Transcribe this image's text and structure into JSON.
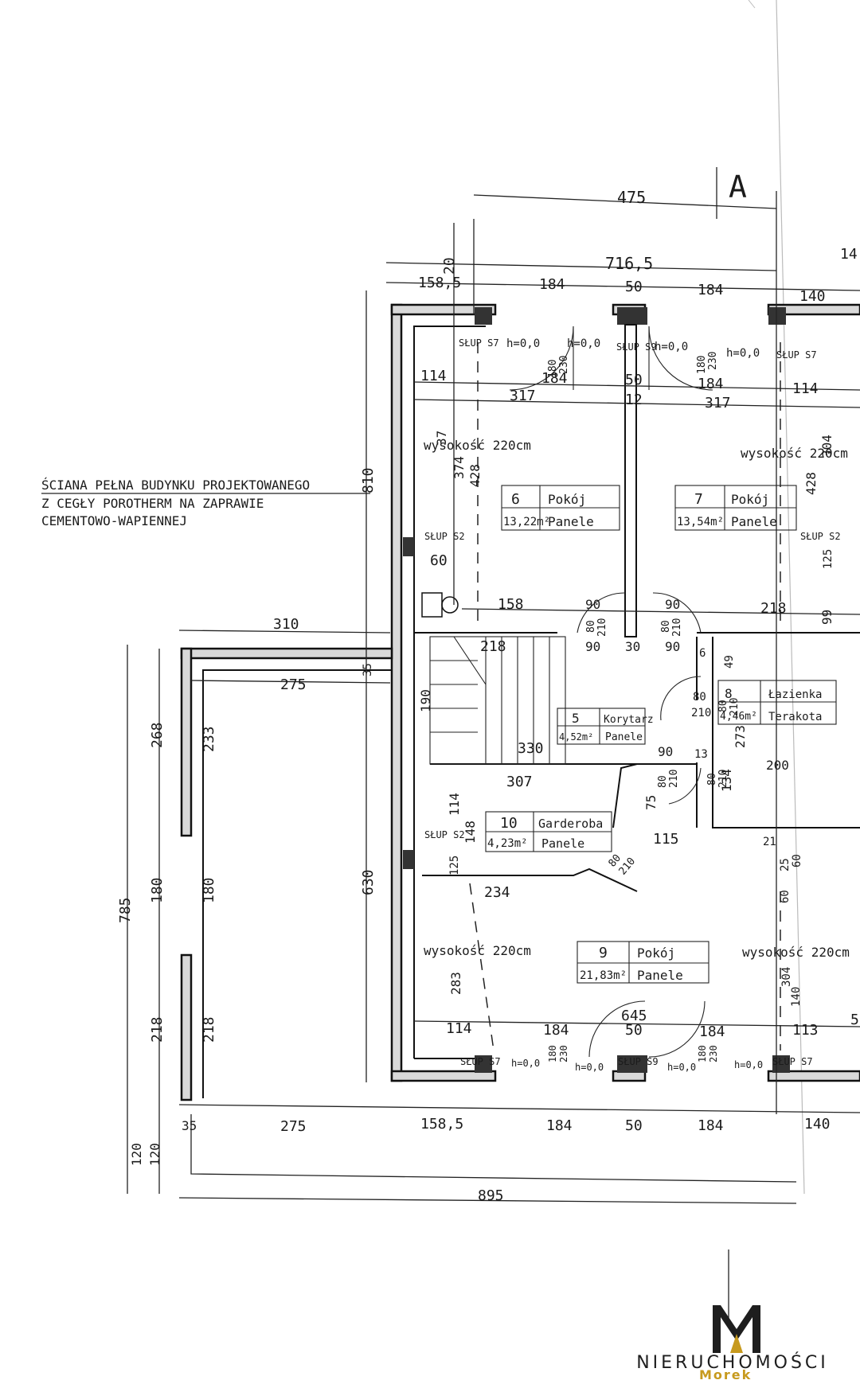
{
  "wall_note": {
    "line1": "ŚCIANA PEŁNA BUDYNKU PROJEKTOWANEGO",
    "line2": "Z CEGŁY POROTHERM NA ZAPRAWIE",
    "line3": "CEMENTOWO-WAPIENNEJ"
  },
  "section_mark": "A",
  "rooms": [
    {
      "num": "6",
      "name": "Pokój",
      "area": "13,22m²",
      "floor": "Panele"
    },
    {
      "num": "7",
      "name": "Pokój",
      "area": "13,54m²",
      "floor": "Panele"
    },
    {
      "num": "5",
      "name": "Korytarz",
      "area": "4,52m²",
      "floor": "Panele"
    },
    {
      "num": "8",
      "name": "Łazienka",
      "area": "4,46m²",
      "floor": "Terakota"
    },
    {
      "num": "10",
      "name": "Garderoba",
      "area": "4,23m²",
      "floor": "Panele"
    },
    {
      "num": "9",
      "name": "Pokój",
      "area": "21,83m²",
      "floor": "Panele"
    }
  ],
  "heights": [
    "wysokość 220cm",
    "wysokość 220cm",
    "wysokość 220cm",
    "wysokość 220cm"
  ],
  "columns": [
    "SŁUP S7",
    "SŁUP S9",
    "SŁUP S7",
    "SŁUP S2",
    "SŁUP S2",
    "SŁUP S2",
    "SŁUP S7",
    "SŁUP S9",
    "SŁUP S7"
  ],
  "h_labels": [
    "h=0,0",
    "h=0,0",
    "h=0,0",
    "h=0,0",
    "h=0,0",
    "h=0,0",
    "h=0,0",
    "h=0,0"
  ],
  "dimensions": {
    "top": [
      "475",
      "716,5",
      "158,5",
      "184",
      "50",
      "184",
      "140",
      "14"
    ],
    "top_inner": [
      "114",
      "184",
      "50",
      "184",
      "114",
      "317",
      "317",
      "12"
    ],
    "left_vertical": [
      "20",
      "810",
      "630",
      "785",
      "268",
      "233",
      "180",
      "180",
      "218",
      "218",
      "120",
      "120"
    ],
    "mid": [
      "310",
      "275",
      "35",
      "60",
      "158",
      "218",
      "218",
      "90",
      "90",
      "30",
      "90",
      "90",
      "6",
      "49"
    ],
    "stairs": [
      "190",
      "330",
      "307",
      "90",
      "13",
      "200",
      "134",
      "273"
    ],
    "rooms_vert": [
      "374",
      "428",
      "428",
      "304",
      "125",
      "99",
      "37"
    ],
    "garderoba": [
      "114",
      "148",
      "125",
      "234",
      "115",
      "75",
      "80",
      "210",
      "21",
      "25",
      "60",
      "60"
    ],
    "doors": [
      "180",
      "230",
      "180",
      "230",
      "80",
      "210",
      "80",
      "210",
      "80",
      "210",
      "80",
      "210",
      "80",
      "210",
      "80",
      "210"
    ],
    "bottom_inner": [
      "645",
      "114",
      "184",
      "50",
      "184",
      "113",
      "5",
      "283",
      "304",
      "140",
      "180",
      "230",
      "180",
      "230"
    ],
    "bottom": [
      "35",
      "275",
      "158,5",
      "184",
      "50",
      "184",
      "140",
      "895"
    ]
  },
  "logo": {
    "word": "NIERUCHOMOŚCI",
    "sub": "Morek"
  }
}
